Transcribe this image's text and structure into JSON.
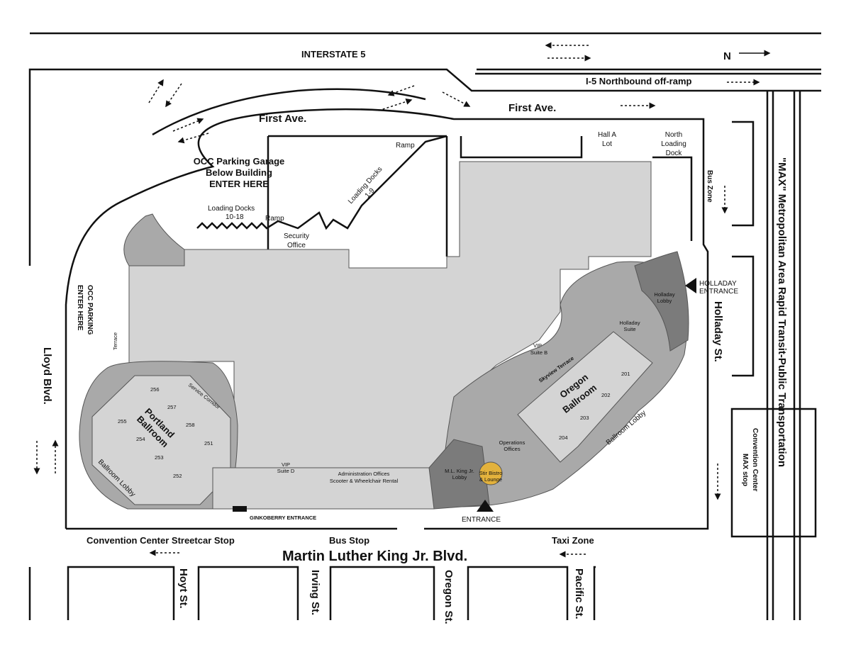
{
  "map": {
    "north_label": "N",
    "roads": {
      "interstate": "INTERSTATE 5",
      "offramp": "I-5 Northbound off-ramp",
      "first_ave_left": "First Ave.",
      "first_ave_right": "First Ave.",
      "lloyd": "Lloyd Blvd.",
      "holladay": "Holladay St.",
      "mlk": "Martin Luther King Jr. Blvd.",
      "hoyt": "Hoyt St.",
      "irving": "Irving St.",
      "oregon": "Oregon St.",
      "pacific": "Pacific St.",
      "max": "\"MAX\" Metropolitan Area Rapid Transit-Public Transportation"
    },
    "transit": {
      "bus_zone": "Bus Zone",
      "streetcar": "Convention Center Streetcar Stop",
      "bus_stop": "Bus Stop",
      "taxi": "Taxi Zone",
      "max_stop_1": "Convention Center",
      "max_stop_2": "MAX stop"
    },
    "parking": {
      "garage_1": "OCC Parking Garage",
      "garage_2": "Below Building",
      "garage_3": "ENTER HERE",
      "side_1": "OCC PARKING",
      "side_2": "ENTER HERE"
    },
    "site": {
      "ramp_top": "Ramp",
      "ramp_bottom": "Ramp",
      "docks_1_9_a": "Loading Docks",
      "docks_1_9_b": "1-9",
      "docks_10_18_a": "Loading Docks",
      "docks_10_18_b": "10-18",
      "security_1": "Security",
      "security_2": "Office",
      "hall_a_1": "Hall A",
      "hall_a_2": "Lot",
      "north_dock_1": "North",
      "north_dock_2": "Loading",
      "north_dock_3": "Dock"
    },
    "entrances": {
      "holladay_1": "HOLLADAY",
      "holladay_2": "ENTRANCE",
      "ginkoberry": "GINKOBERRY ENTRANCE",
      "main": "ENTRANCE"
    },
    "rooms": {
      "portland_1": "Portland",
      "portland_2": "Ballroom",
      "oregon_1": "Oregon",
      "oregon_2": "Ballroom",
      "ballroom_lobby_left": "Ballroom Lobby",
      "ballroom_lobby_right": "Ballroom Lobby",
      "service_corridor": "Service Corridor",
      "terrace": "Terrace",
      "skyview": "Skyview Terrace",
      "holladay_lobby_1": "Holladay",
      "holladay_lobby_2": "Lobby",
      "holladay_suite_1": "Holladay",
      "holladay_suite_2": "Suite",
      "vip_b_1": "VIP",
      "vip_b_2": "Suite B",
      "vip_d_1": "VIP",
      "vip_d_2": "Suite D",
      "admin_1": "Administration Offices",
      "admin_2": "Scooter & Wheelchair Rental",
      "ops_1": "Operations",
      "ops_2": "Offices",
      "mlk_lobby_1": "M.L. King Jr.",
      "mlk_lobby_2": "Lobby",
      "bistro_1": "Stir Bistro",
      "bistro_2": "& Lounge",
      "pb_256": "256",
      "pb_257": "257",
      "pb_258": "258",
      "pb_255": "255",
      "pb_254": "254",
      "pb_253": "253",
      "pb_252": "252",
      "pb_251": "251",
      "ob_201": "201",
      "ob_202": "202",
      "ob_203": "203",
      "ob_204": "204",
      "ballroom_word": "Ballroom"
    },
    "colors": {
      "hall": "#d4d4d4",
      "lobby": "#a9a9a9",
      "dark": "#7b7b7b",
      "bistro": "#e3b23c"
    }
  }
}
